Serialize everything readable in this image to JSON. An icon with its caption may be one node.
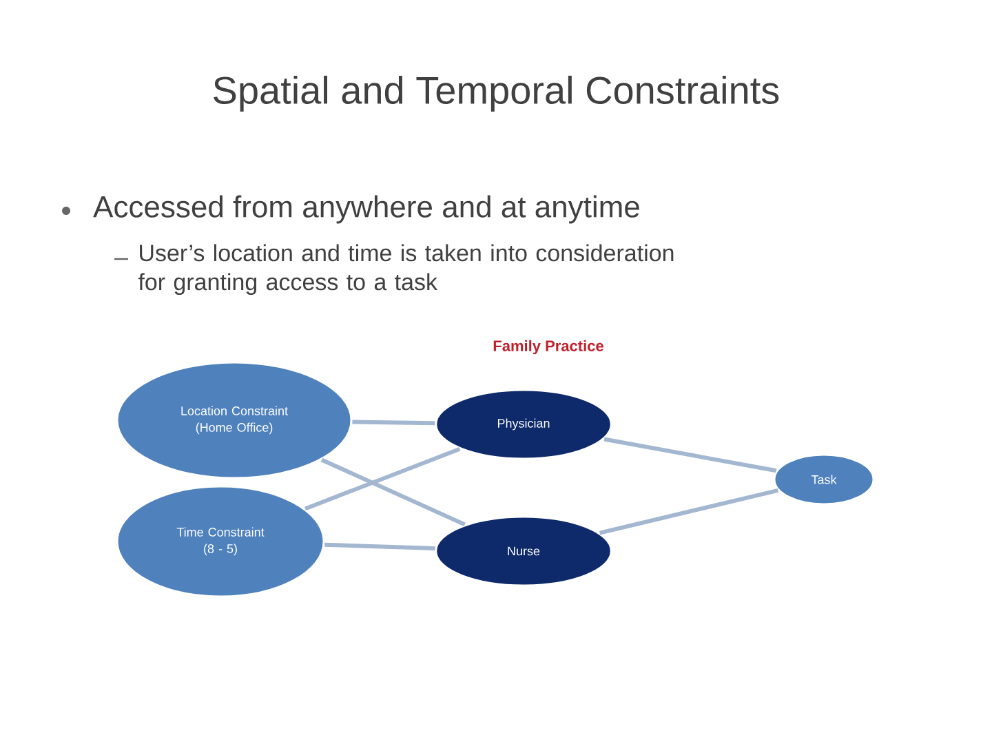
{
  "diagram": {
    "title": "Spatial and Temporal Constraints",
    "nodes": [
      {
        "text": [
          "Location Constraint (Home Office)"
        ]
      },
      {
        "text": [
          "Time Constraint (8 - 5)"
        ]
      },
      {
        "text": [
          "Physician"
        ]
      },
      {
        "text": [
          "Nurse"
        ]
      },
      {
        "text": [
          "Task"
        ]
      }
    ],
    "edges": [
      {
        "from": 0,
        "to": 2,
        "arrow": "none"
      },
      {
        "from": 0,
        "to": 3,
        "arrow": "none"
      },
      {
        "from": 1,
        "to": 2,
        "arrow": "none"
      },
      {
        "from": 1,
        "to": 3,
        "arrow": "none"
      },
      {
        "from": 2,
        "to": 4,
        "arrow": "none"
      },
      {
        "from": 3,
        "to": 4,
        "arrow": "none"
      }
    ],
    "labels": [
      "Accessed from anywhere and at anytime",
      "User’s location and time is taken into consideration for granting access to a task",
      "Family Practice"
    ]
  }
}
